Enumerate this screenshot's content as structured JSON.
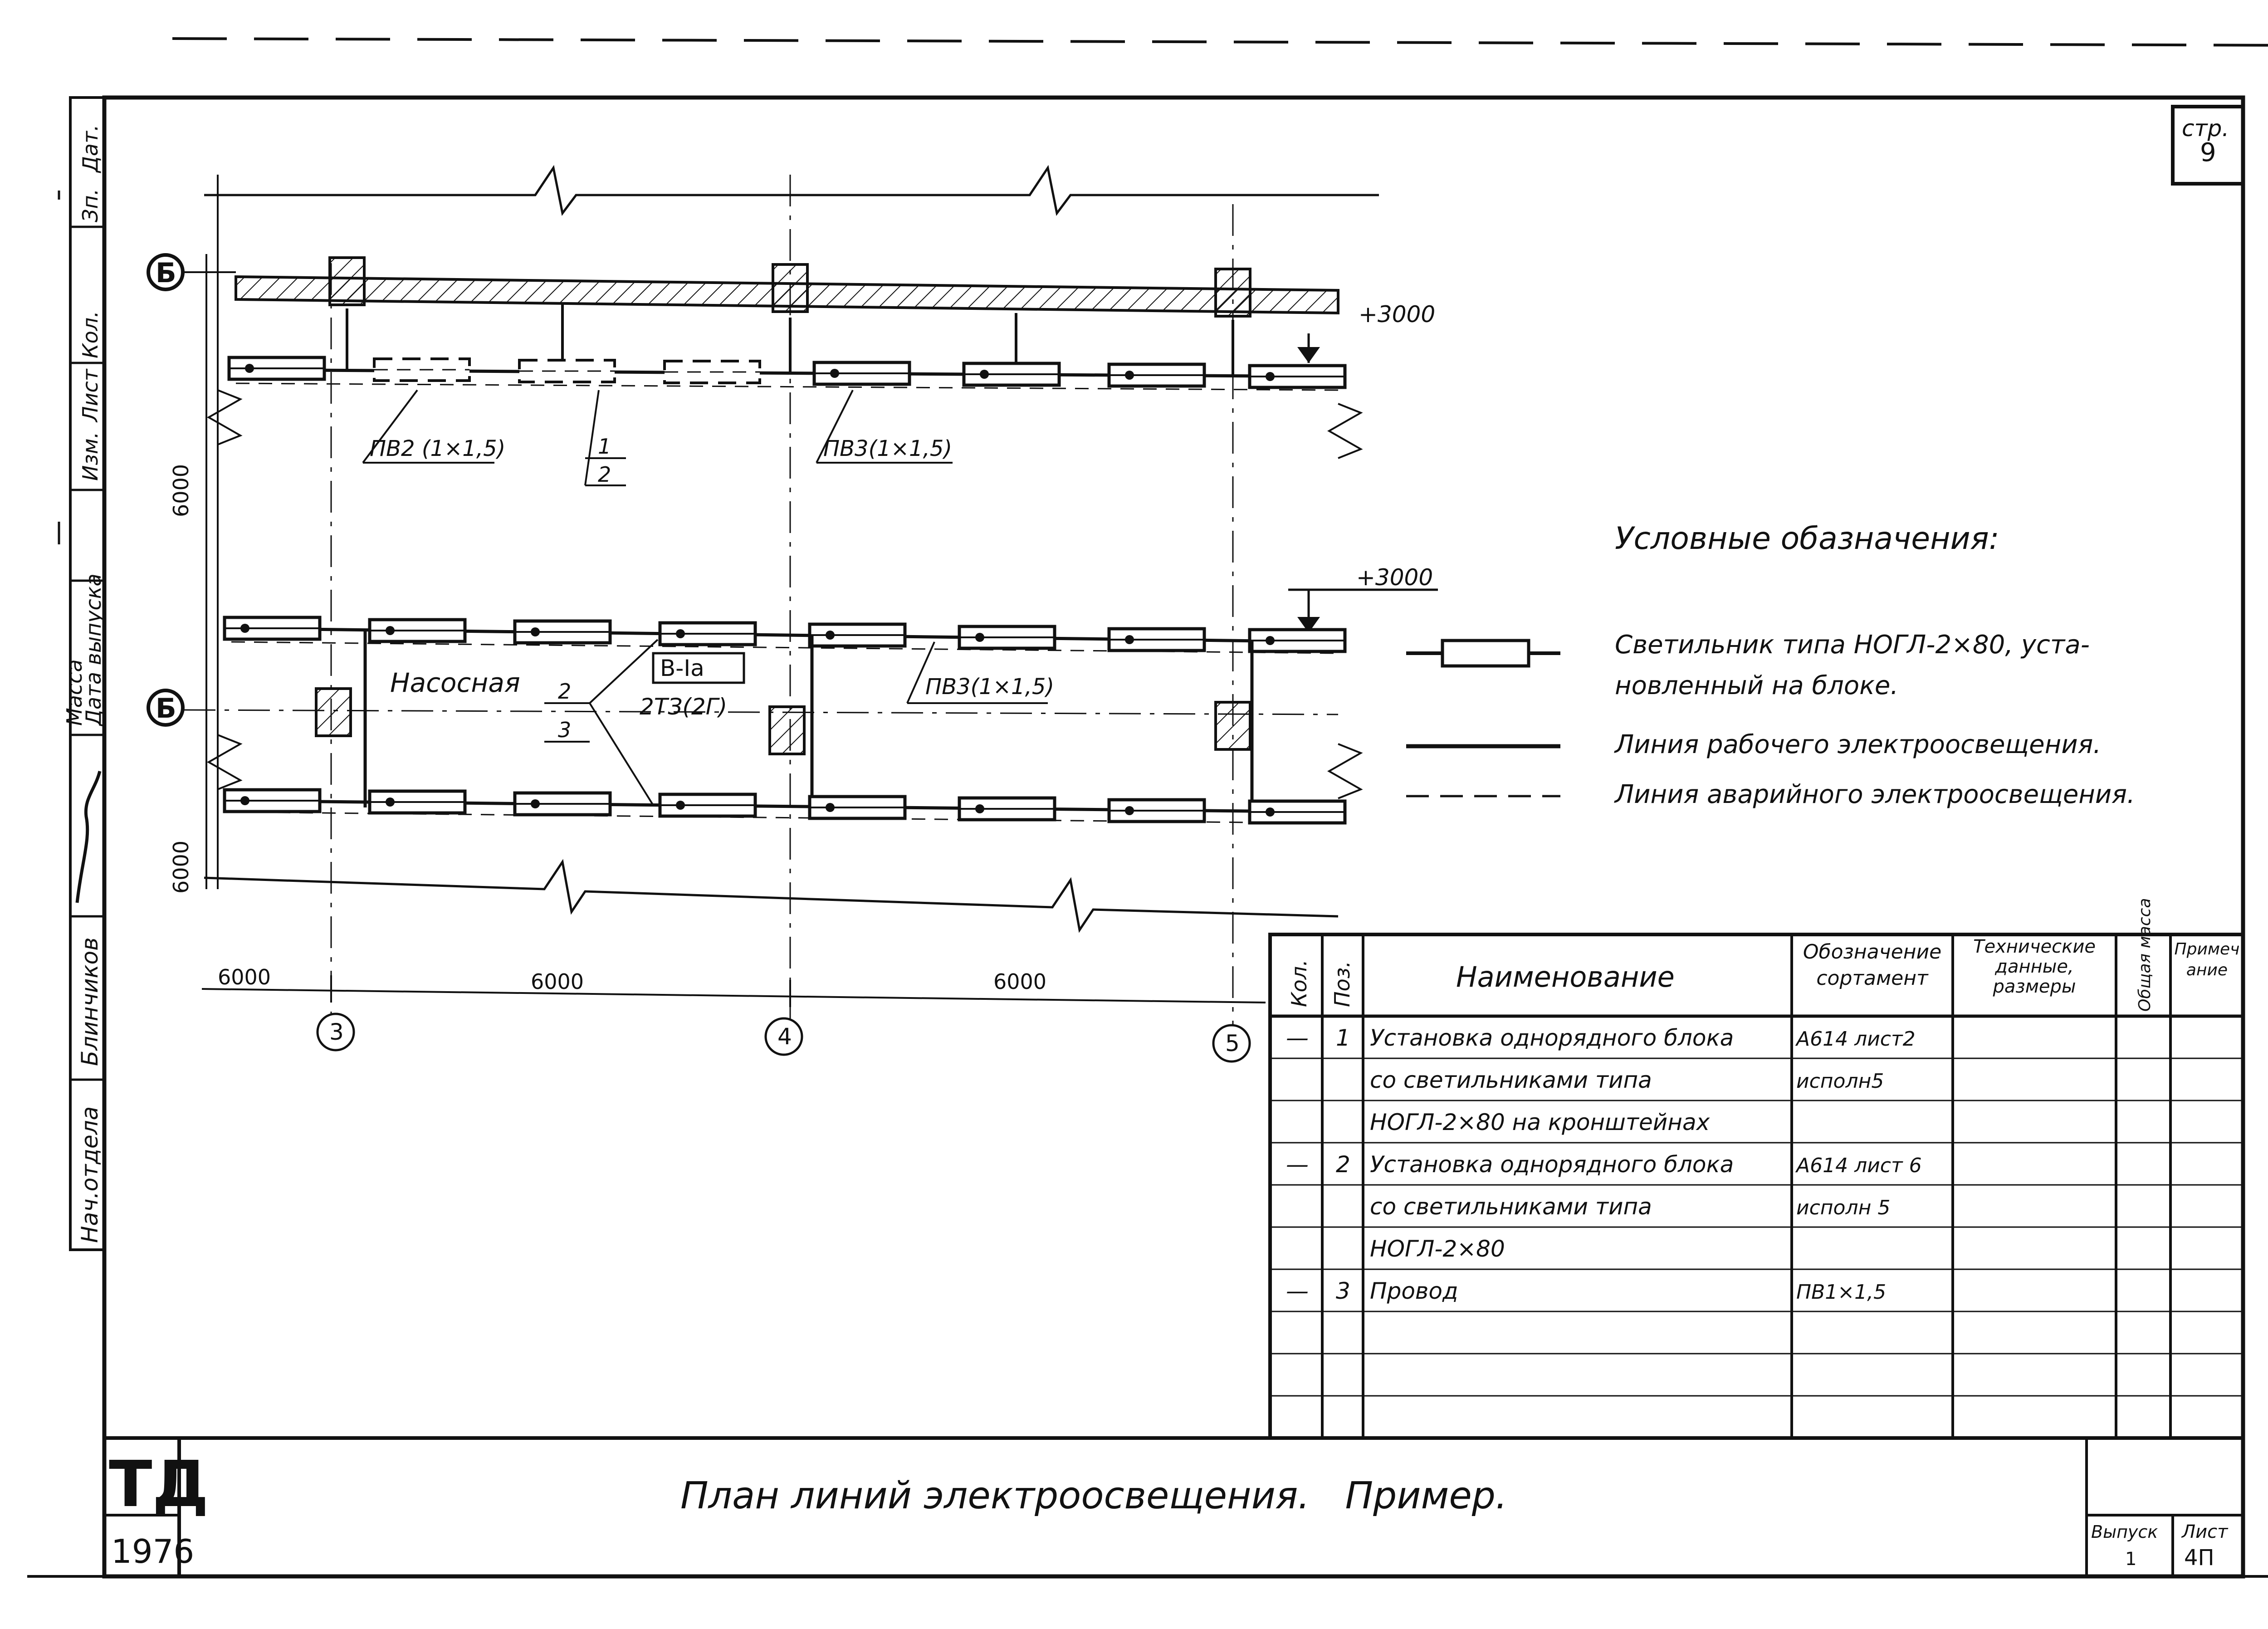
{
  "page": {
    "sheet_number_label": "стр.",
    "sheet_number": "9"
  },
  "side_stamp": {
    "fields": [
      "Нач.отдела",
      "Блинчиков",
      "",
      "Масса",
      "Дата выпуска",
      "Изм.",
      "Лист",
      "Кол.",
      "Зп.",
      "Дат."
    ]
  },
  "plan": {
    "axis_rows": [
      "Б",
      "Б"
    ],
    "axis_columns": [
      "3",
      "4",
      "5"
    ],
    "spans": [
      "6000",
      "6000",
      "6000"
    ],
    "row_spans": [
      "6000",
      "6000"
    ],
    "levels": [
      "+3000",
      "+3000"
    ],
    "room_name": "Насосная",
    "room_class": "В-Ia",
    "room_fixture_ref": "2ТЗ(2Г)",
    "callouts": {
      "top_left_wire": "ПВ2 (1×1,5)",
      "top_right_wire": "ПВ3(1×1,5)",
      "mid_wire": "ПВ3(1×1,5)",
      "top_pos_1": "1",
      "top_pos_2": "2",
      "mid_pos_2": "2",
      "mid_pos_3": "3"
    }
  },
  "legend": {
    "title": "Условные обазначения:",
    "items": [
      {
        "symbol": "fixture",
        "text": [
          "Светильник типа НОГЛ-2×80, уста-",
          "новленный на блоке."
        ]
      },
      {
        "symbol": "solid-line",
        "text": [
          "Линия рабочего электроосвещения."
        ]
      },
      {
        "symbol": "dashed-line",
        "text": [
          "Линия аварийного электроосвещения."
        ]
      }
    ]
  },
  "spec_table": {
    "headers": [
      "Кол.",
      "Поз.",
      "Наименование",
      "Обозначение сортамент",
      "Технические данные, размеры",
      "Общая масса",
      "Примечание"
    ],
    "rows": [
      [
        "—",
        "1",
        "Установка однорядного блока",
        "А614 лист2",
        "",
        "",
        ""
      ],
      [
        "",
        "",
        "со светильниками типа",
        "исполн5",
        "",
        "",
        ""
      ],
      [
        "",
        "",
        "НОГЛ-2×80 на кронштейнах",
        "",
        "",
        "",
        ""
      ],
      [
        "—",
        "2",
        "Установка однорядного блока",
        "А614 лист 6",
        "",
        "",
        ""
      ],
      [
        "",
        "",
        "со светильниками типа",
        "исполн 5",
        "",
        "",
        ""
      ],
      [
        "",
        "",
        "НОГЛ-2×80",
        "",
        "",
        "",
        ""
      ],
      [
        "—",
        "3",
        "Провод",
        "ПВ1×1,5",
        "",
        "",
        ""
      ],
      [
        "",
        "",
        "",
        "",
        "",
        "",
        ""
      ],
      [
        "",
        "",
        "",
        "",
        "",
        "",
        ""
      ],
      [
        "",
        "",
        "",
        "",
        "",
        "",
        ""
      ]
    ]
  },
  "title_block": {
    "series": "ТД",
    "year": "1976",
    "title": "План линий электроосвещения.   Пример.",
    "issue_label": "Выпуск",
    "issue": "1",
    "sheet_label": "Лист",
    "sheet": "4П"
  }
}
